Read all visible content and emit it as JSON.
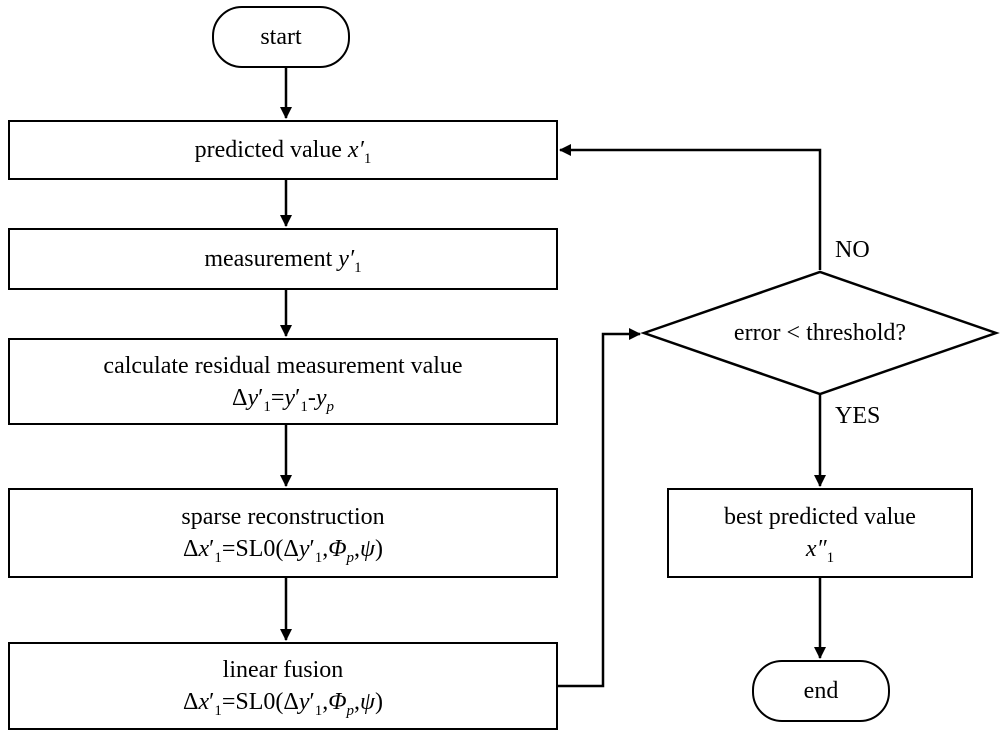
{
  "nodes": {
    "start": "start",
    "predicted": {
      "text": "predicted value",
      "var": "x",
      "sub": "1",
      "prime": "′"
    },
    "measurement": {
      "text": "measurement",
      "var": "y",
      "sub": "1",
      "prime": "′"
    },
    "residual": {
      "title": "calculate residual measurement value",
      "eq": {
        "delta": "Δ",
        "lhs_var": "y",
        "lhs_sub": "1",
        "prime": "′",
        "eq_sign": "=",
        "r1_var": "y",
        "r1_sub": "1",
        "minus": "-",
        "r2_var": "y",
        "r2_sub": "p"
      }
    },
    "sparse": {
      "title": "sparse reconstruction",
      "eq": {
        "delta": "Δ",
        "lhs_var": "x",
        "lhs_sub": "1",
        "prime": "′",
        "eq_sign": "=",
        "fn": "SL0(",
        "arg_delta": "Δ",
        "arg_var": "y",
        "arg_sub": "1",
        "comma1": ",",
        "phi": "Φ",
        "phi_sub": "p",
        "comma2": ",",
        "psi": "ψ",
        "close": ")"
      }
    },
    "fusion": {
      "title": "linear fusion",
      "eq": {
        "delta": "Δ",
        "lhs_var": "x",
        "lhs_sub": "1",
        "prime": "′",
        "eq_sign": "=",
        "fn": "SL0(",
        "arg_delta": "Δ",
        "arg_var": "y",
        "arg_sub": "1",
        "comma1": ",",
        "phi": "Φ",
        "phi_sub": "p",
        "comma2": ",",
        "psi": "ψ",
        "close": ")"
      }
    },
    "decision": "error < threshold?",
    "best": {
      "title": "best predicted value",
      "var": "x",
      "sub": "1",
      "dprime": "″"
    },
    "end": "end"
  },
  "edge_labels": {
    "no": "NO",
    "yes": "YES"
  }
}
